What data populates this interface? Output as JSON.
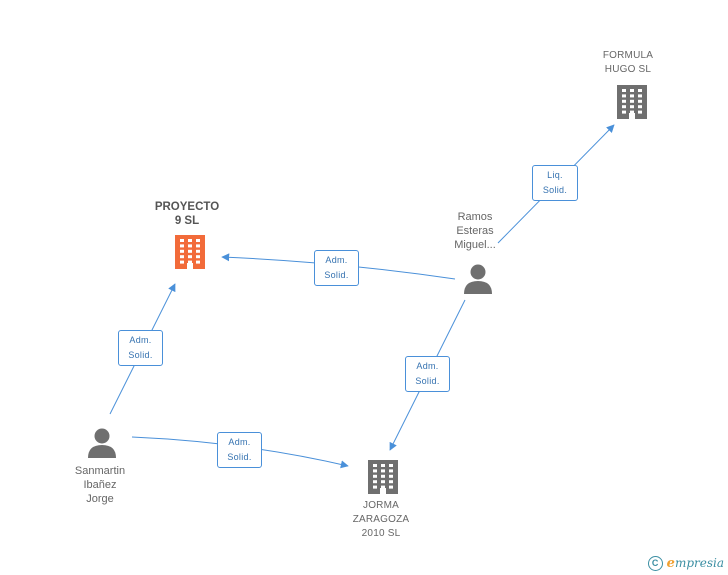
{
  "nodes": {
    "proyecto": {
      "label": "PROYECTO\n9 SL"
    },
    "formula": {
      "label": "FORMULA\nHUGO SL"
    },
    "jorma": {
      "label": "JORMA\nZARAGOZA\n2010 SL"
    },
    "ramos": {
      "label": "Ramos\nEsteras\nMiguel..."
    },
    "sanmartin": {
      "label": "Sanmartin\nIbañez\nJorge"
    }
  },
  "edges": {
    "ramos_proyecto": "Adm.\nSolid.",
    "ramos_formula": "Liq.\nSolid.",
    "ramos_jorma": "Adm.\nSolid.",
    "sanmartin_proyecto": "Adm.\nSolid.",
    "sanmartin_jorma": "Adm.\nSolid."
  },
  "footer": {
    "copyright_symbol": "C",
    "brand_first": "e",
    "brand_rest": "mpresia"
  },
  "colors": {
    "edge": "#4a90d9",
    "company": "#6f6f6f",
    "company_highlight": "#f26b3a",
    "person": "#6f6f6f"
  }
}
